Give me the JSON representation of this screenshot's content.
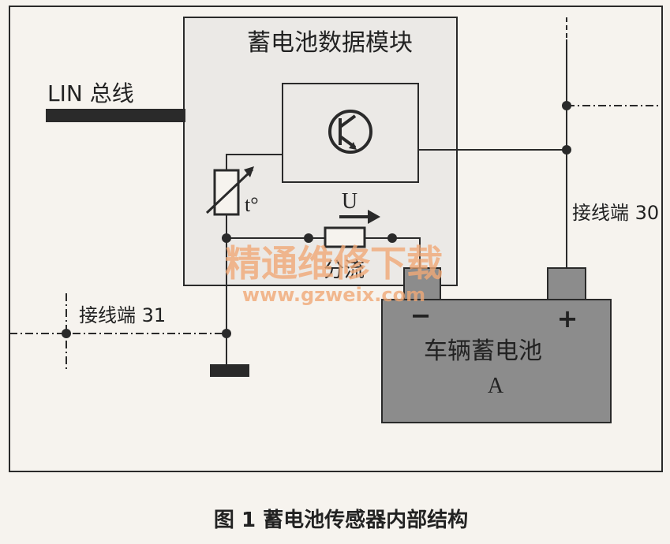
{
  "diagram": {
    "module_title": "蓄电池数据模块",
    "lin_label": "LIN 总线",
    "temp_label": "t°",
    "voltage_label": "U",
    "shunt_label": "分流",
    "terminal30_label": "接线端 30",
    "terminal31_label": "接线端 31",
    "battery_name": "车辆蓄电池",
    "battery_id": "A",
    "minus_sign": "−",
    "plus_sign": "+"
  },
  "watermark": {
    "text": "精通维修下载",
    "url": "www.gzweix.com"
  },
  "caption": "图 1  蓄电池传感器内部结构",
  "colors": {
    "background": "#f6f3ee",
    "module_fill": "#ebe9e6",
    "battery_fill": "#8c8c8c",
    "line": "#2a2a2a",
    "watermark": "#f0a977"
  }
}
